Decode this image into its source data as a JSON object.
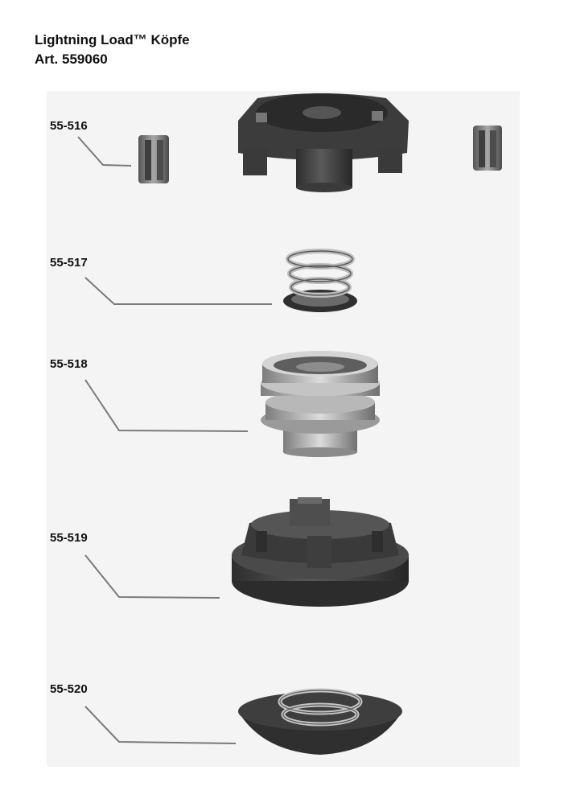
{
  "header": {
    "title": "Lightning Load™ Köpfe",
    "article": "Art. 559060"
  },
  "parts": [
    {
      "number": "55-516",
      "description": "line retaining clips"
    },
    {
      "number": "55-517",
      "description": "spring"
    },
    {
      "number": "55-518",
      "description": "spool"
    },
    {
      "number": "55-519",
      "description": "housing"
    },
    {
      "number": "55-520",
      "description": "bump knob"
    }
  ]
}
